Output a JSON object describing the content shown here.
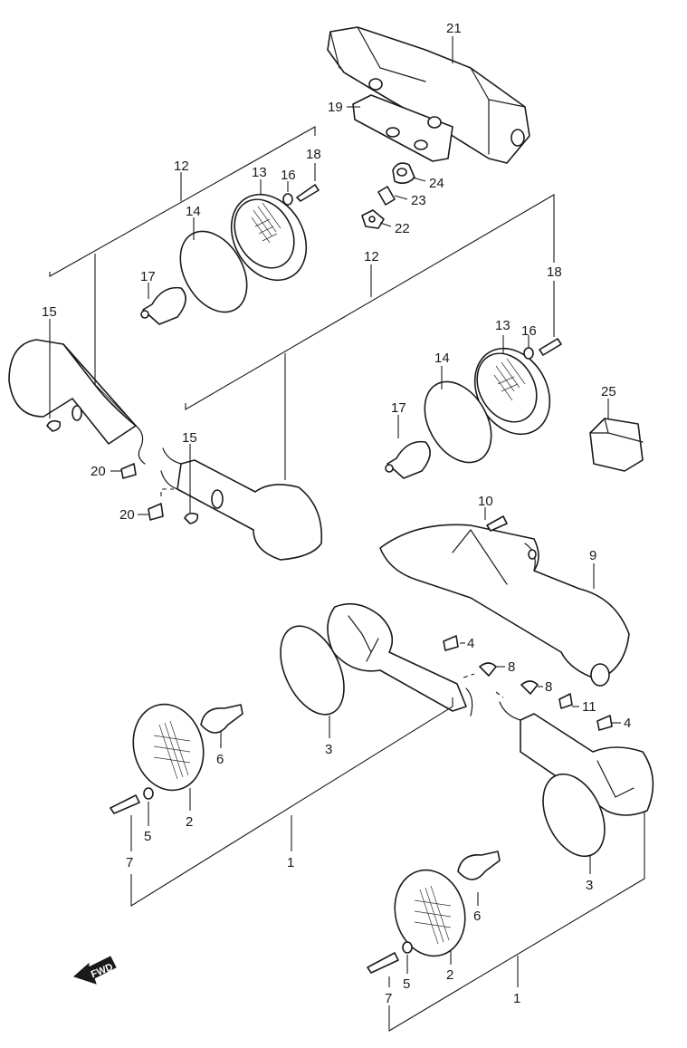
{
  "callouts": {
    "c1": "1",
    "c2": "2",
    "c3": "3",
    "c4": "4",
    "c5": "5",
    "c6": "6",
    "c7": "7",
    "c8": "8",
    "c9": "9",
    "c10": "10",
    "c11": "11",
    "c12": "12",
    "c13": "13",
    "c14": "14",
    "c15": "15",
    "c16": "16",
    "c17": "17",
    "c18": "18",
    "c19": "19",
    "c20": "20",
    "c21": "21",
    "c22": "22",
    "c23": "23",
    "c24": "24",
    "c25": "25"
  },
  "forward_arrow": {
    "label": "FWD"
  },
  "colors": {
    "line": "#1a1a1a",
    "background": "#ffffff"
  }
}
